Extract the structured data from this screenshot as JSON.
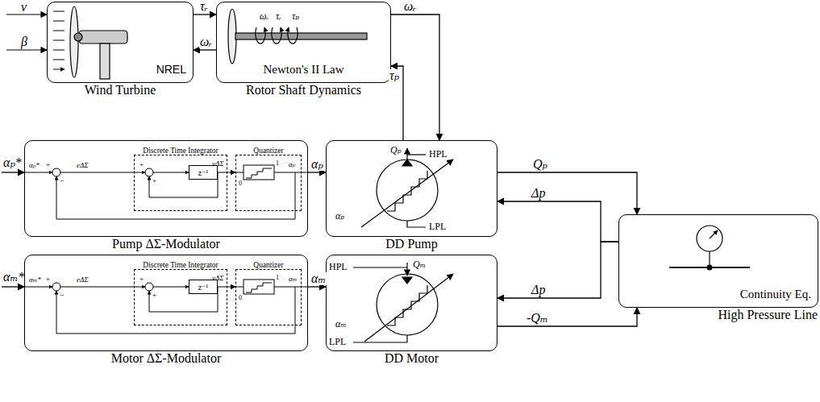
{
  "diagram": {
    "nodes": [
      {
        "text": [
          "NREL",
          "Wind Turbine"
        ]
      },
      {
        "text": [
          "Newton's II Law",
          "Rotor Shaft Dynamics"
        ]
      },
      {
        "text": [
          "Pump ΔΣ-Modulator"
        ]
      },
      {
        "text": [
          "Discrete Time Integrator"
        ],
        "in": 2
      },
      {
        "text": [
          "z⁻¹"
        ],
        "in": 3
      },
      {
        "text": [
          "Quantizer"
        ],
        "in": 2
      },
      {
        "text": [
          "DD Pump"
        ]
      },
      {
        "text": [
          "Continuity Eq.",
          "High Pressure Line"
        ]
      },
      {
        "text": [
          "Motor ΔΣ-Modulator"
        ]
      },
      {
        "text": [
          "Discrete Time Integrator"
        ],
        "in": 8
      },
      {
        "text": [
          "z⁻¹"
        ],
        "in": 9
      },
      {
        "text": [
          "Quantizer"
        ],
        "in": 8
      },
      {
        "text": [
          "DD Motor"
        ]
      }
    ],
    "edges": [
      {
        "from": 0,
        "to": 1,
        "arrow": "to",
        "label": "τᵣ"
      },
      {
        "from": 1,
        "to": 0,
        "arrow": "to",
        "label": "ωᵣ"
      },
      {
        "from": 1,
        "to": 6,
        "arrow": "to",
        "label": "ωᵣ"
      },
      {
        "from": 6,
        "to": 1,
        "arrow": "to",
        "label": "τₚ"
      },
      {
        "from": 2,
        "to": 6,
        "arrow": "to",
        "label": "αₚ"
      },
      {
        "from": 6,
        "to": 7,
        "arrow": "to",
        "label": "Qₚ"
      },
      {
        "from": 7,
        "to": 6,
        "arrow": "to",
        "label": "Δp"
      },
      {
        "from": 8,
        "to": 12,
        "arrow": "to",
        "label": "αₘ"
      },
      {
        "from": 7,
        "to": 12,
        "arrow": "to",
        "label": "Δp"
      },
      {
        "from": 12,
        "to": 7,
        "arrow": "to",
        "label": "-Qₘ"
      },
      {
        "from": 3,
        "to": 5,
        "arrow": "to"
      },
      {
        "from": 9,
        "to": 11,
        "arrow": "to"
      }
    ],
    "labels": [
      "v",
      "β",
      "ωᵣ",
      "τᵣ",
      "τₚ",
      "αₚ*",
      "αₚ*",
      "+",
      "−",
      "eΔΣ",
      "+",
      "+",
      "vΔΣ",
      "0",
      "1",
      "αₚ",
      "Qₚ",
      "HPL",
      "αₚ",
      "LPL",
      "αₘ*",
      "αₘ*",
      "+",
      "−",
      "eΔΣ",
      "+",
      "+",
      "vΔΣ",
      "0",
      "1",
      "αₘ",
      "HPL",
      "Qₘ",
      "αₘ",
      "LPL"
    ]
  }
}
